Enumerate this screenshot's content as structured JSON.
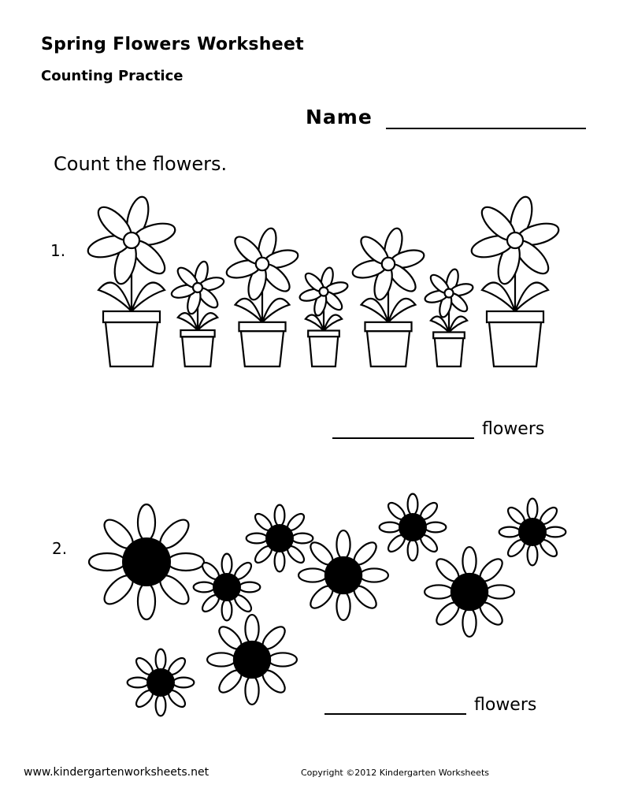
{
  "header": {
    "title": "Spring Flowers Worksheet",
    "subtitle": "Counting Practice",
    "name_label": "Name"
  },
  "instructions": "Count the flowers.",
  "questions": [
    {
      "number": "1.",
      "answer_unit": "flowers"
    },
    {
      "number": "2.",
      "answer_unit": "flowers"
    }
  ],
  "footer": {
    "website": "www.kindergartenworksheets.net",
    "copyright": "Copyright ©2012 Kindergarten Worksheets"
  }
}
